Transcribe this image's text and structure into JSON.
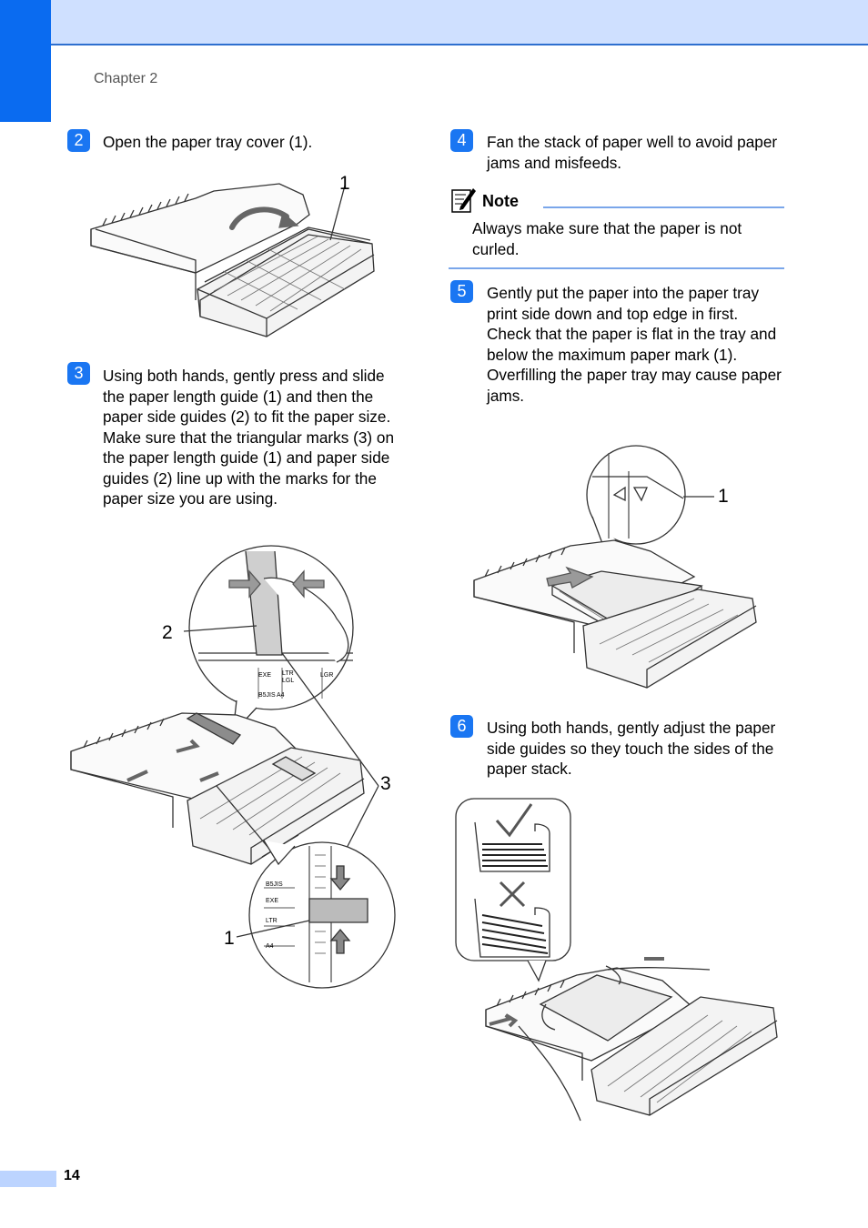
{
  "header": {
    "chapter_label": "Chapter 2"
  },
  "footer": {
    "page_number": "14"
  },
  "steps": [
    {
      "number": "2",
      "text": "Open the paper tray cover (1)."
    },
    {
      "number": "3",
      "text": "Using both hands, gently press and slide the paper length guide (1) and then the paper side guides (2) to fit the paper size.\nMake sure that the triangular marks (3) on the paper length guide (1) and paper side guides (2) line up with the marks for the paper size you are using."
    },
    {
      "number": "4",
      "text": "Fan the stack of paper well to avoid paper jams and misfeeds."
    },
    {
      "number": "5",
      "text": "Gently put the paper into the paper tray print side down and top edge in first.\nCheck that the paper is flat in the tray and below the maximum paper mark (1).\nOverfilling the paper tray may cause paper jams."
    },
    {
      "number": "6",
      "text": "Using both hands, gently adjust the paper side guides so they touch the sides of the paper stack."
    }
  ],
  "note": {
    "title": "Note",
    "text": "Always make sure that the paper is not curled."
  },
  "figures": {
    "fig_step2": {
      "callouts": [
        "1"
      ]
    },
    "fig_step3": {
      "callouts": [
        "2",
        "3",
        "1"
      ],
      "upper_marks": [
        "EXE",
        "LTR",
        "LGL",
        "LGR",
        "B5JIS",
        "A4"
      ],
      "lower_marks": [
        "B5JIS",
        "EXE",
        "LTR",
        "A4"
      ]
    },
    "fig_step5": {
      "callouts": [
        "1"
      ]
    },
    "fig_step6": {
      "callouts": []
    }
  },
  "colors": {
    "accent": "#1a76f2",
    "header_band": "#cfe0ff",
    "chapter_tab": "#0a6bf0",
    "rule": "#7aa6ea"
  }
}
